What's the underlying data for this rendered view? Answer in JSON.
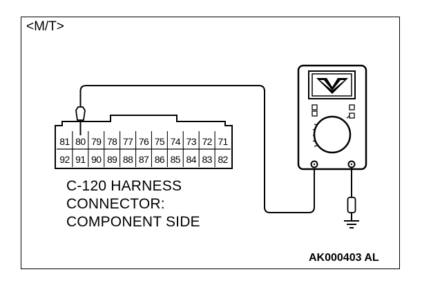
{
  "diagram": {
    "mode_label": "<M/T>",
    "connector_caption": [
      "C-120 HARNESS",
      "CONNECTOR:",
      "COMPONENT SIDE"
    ],
    "figure_code": "AK000403 AL",
    "pins_top": [
      "81",
      "80",
      "79",
      "78",
      "77",
      "76",
      "75",
      "74",
      "73",
      "72",
      "71"
    ],
    "pins_bottom": [
      "92",
      "91",
      "90",
      "89",
      "88",
      "87",
      "86",
      "85",
      "84",
      "83",
      "82"
    ],
    "meter_function_symbol": "V"
  }
}
